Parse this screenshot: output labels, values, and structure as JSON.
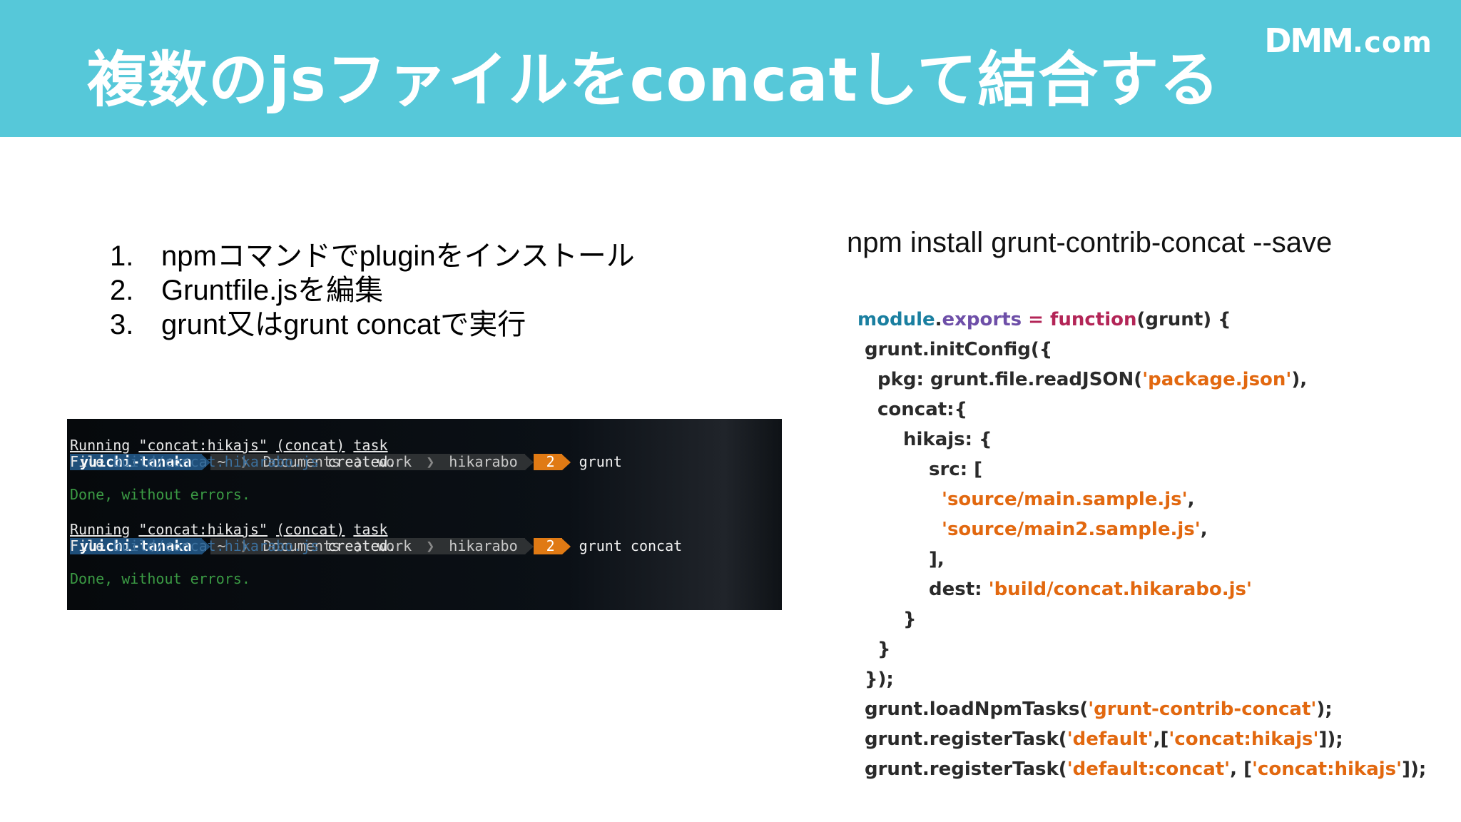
{
  "slide": {
    "title": "複数のjsファイルをconcatして結合する",
    "logo": {
      "brand": "DMM",
      "suffix": ".com"
    }
  },
  "steps": [
    {
      "num": "1.",
      "text": "npmコマンドでpluginをインストール"
    },
    {
      "num": "2.",
      "text": "Gruntfile.jsを編集"
    },
    {
      "num": "3.",
      "text": "grunt又はgrunt concatで実行"
    }
  ],
  "install_command": "npm install grunt-contrib-concat --save",
  "terminal": {
    "user": "yuichi-tanaka",
    "home": "~",
    "dir1": "Documents",
    "dir2": "work",
    "dir3": "hikarabo",
    "count": "2",
    "cmd1": "grunt",
    "cmd2": "grunt concat",
    "running_prefix": "Running",
    "running_task": "\"concat:hikajs\"",
    "running_concat": "(concat)",
    "running_suffix": "task",
    "file_word": "File",
    "file_path": "build/concat.hikarabo.js",
    "created": "created.",
    "done": "Done, without errors."
  },
  "code": {
    "l1_a": "module",
    "l1_b": ".",
    "l1_c": "exports",
    "l1_d": " = ",
    "l1_e": "function",
    "l1_f": "(grunt) {",
    "l2": "grunt.initConfig({",
    "l3_a": "pkg: grunt.file.readJSON(",
    "l3_b": "'package.json'",
    "l3_c": "),",
    "l4": "concat:{",
    "l5": "hikajs: {",
    "l6": "src: [",
    "l7_a": "'source/main.sample.js'",
    "l7_b": ",",
    "l8_a": "'source/main2.sample.js'",
    "l8_b": ",",
    "l9": "],",
    "l10_a": "dest: ",
    "l10_b": "'build/concat.hikarabo.js'",
    "l11": "}",
    "l12": "}",
    "l13": "});",
    "l14_a": "grunt.loadNpmTasks(",
    "l14_b": "'grunt-contrib-concat'",
    "l14_c": ");",
    "l15_a": "grunt.registerTask(",
    "l15_b": "'default'",
    "l15_c": ",[",
    "l15_d": "'concat:hikajs'",
    "l15_e": "]);",
    "l16_a": "grunt.registerTask(",
    "l16_b": "'default:concat'",
    "l16_c": ", [",
    "l16_d": "'concat:hikajs'",
    "l16_e": "]);"
  },
  "colors": {
    "header": "#56c8d9",
    "string": "#e2680f",
    "keyword_blue": "#1a7fa0",
    "keyword_red": "#b32557"
  }
}
